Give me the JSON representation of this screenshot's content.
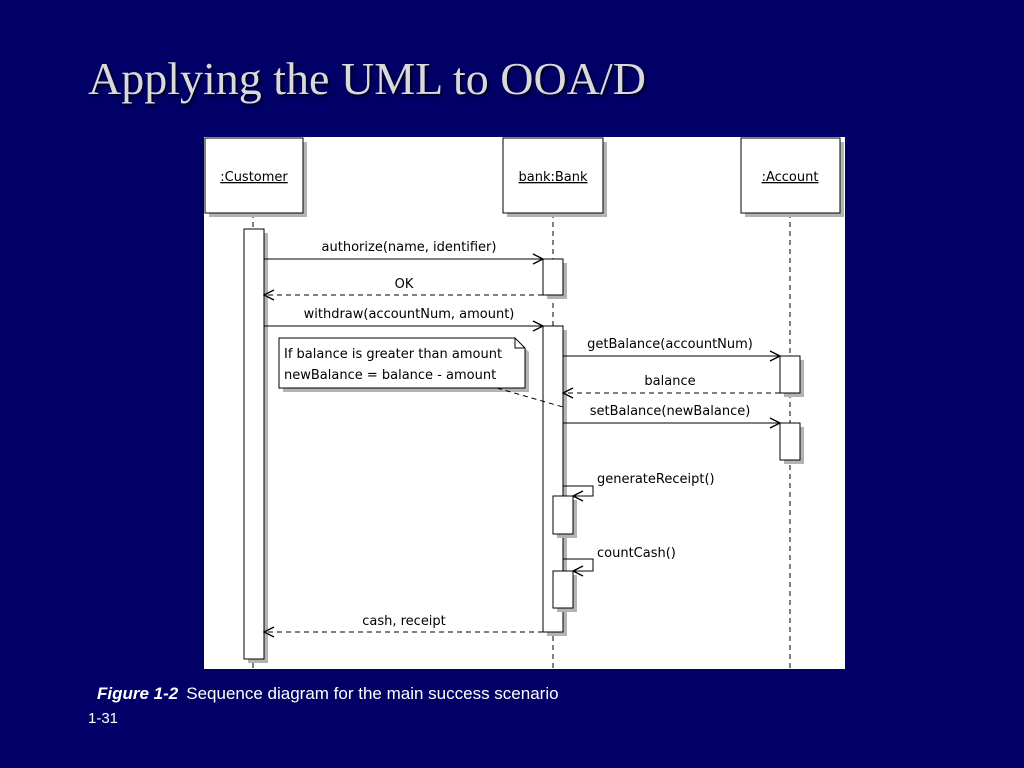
{
  "title": "Applying the UML to OOA/D",
  "diagram": {
    "lifelines": {
      "customer": ":Customer",
      "bank": "bank:Bank",
      "account": ":Account"
    },
    "messages": {
      "authorize": "authorize(name, identifier)",
      "ok": "OK",
      "withdraw": "withdraw(accountNum, amount)",
      "get_balance": "getBalance(accountNum)",
      "balance": "balance",
      "set_balance": "setBalance(newBalance)",
      "generate_receipt": "generateReceipt()",
      "count_cash": "countCash()",
      "cash_receipt": "cash, receipt"
    },
    "note": {
      "line1": "If balance is greater than amount",
      "line2": "newBalance = balance - amount"
    }
  },
  "caption": {
    "figure_label": "Figure 1-2",
    "text": "Sequence diagram  for the main success scenario"
  },
  "page_number": "1-31"
}
